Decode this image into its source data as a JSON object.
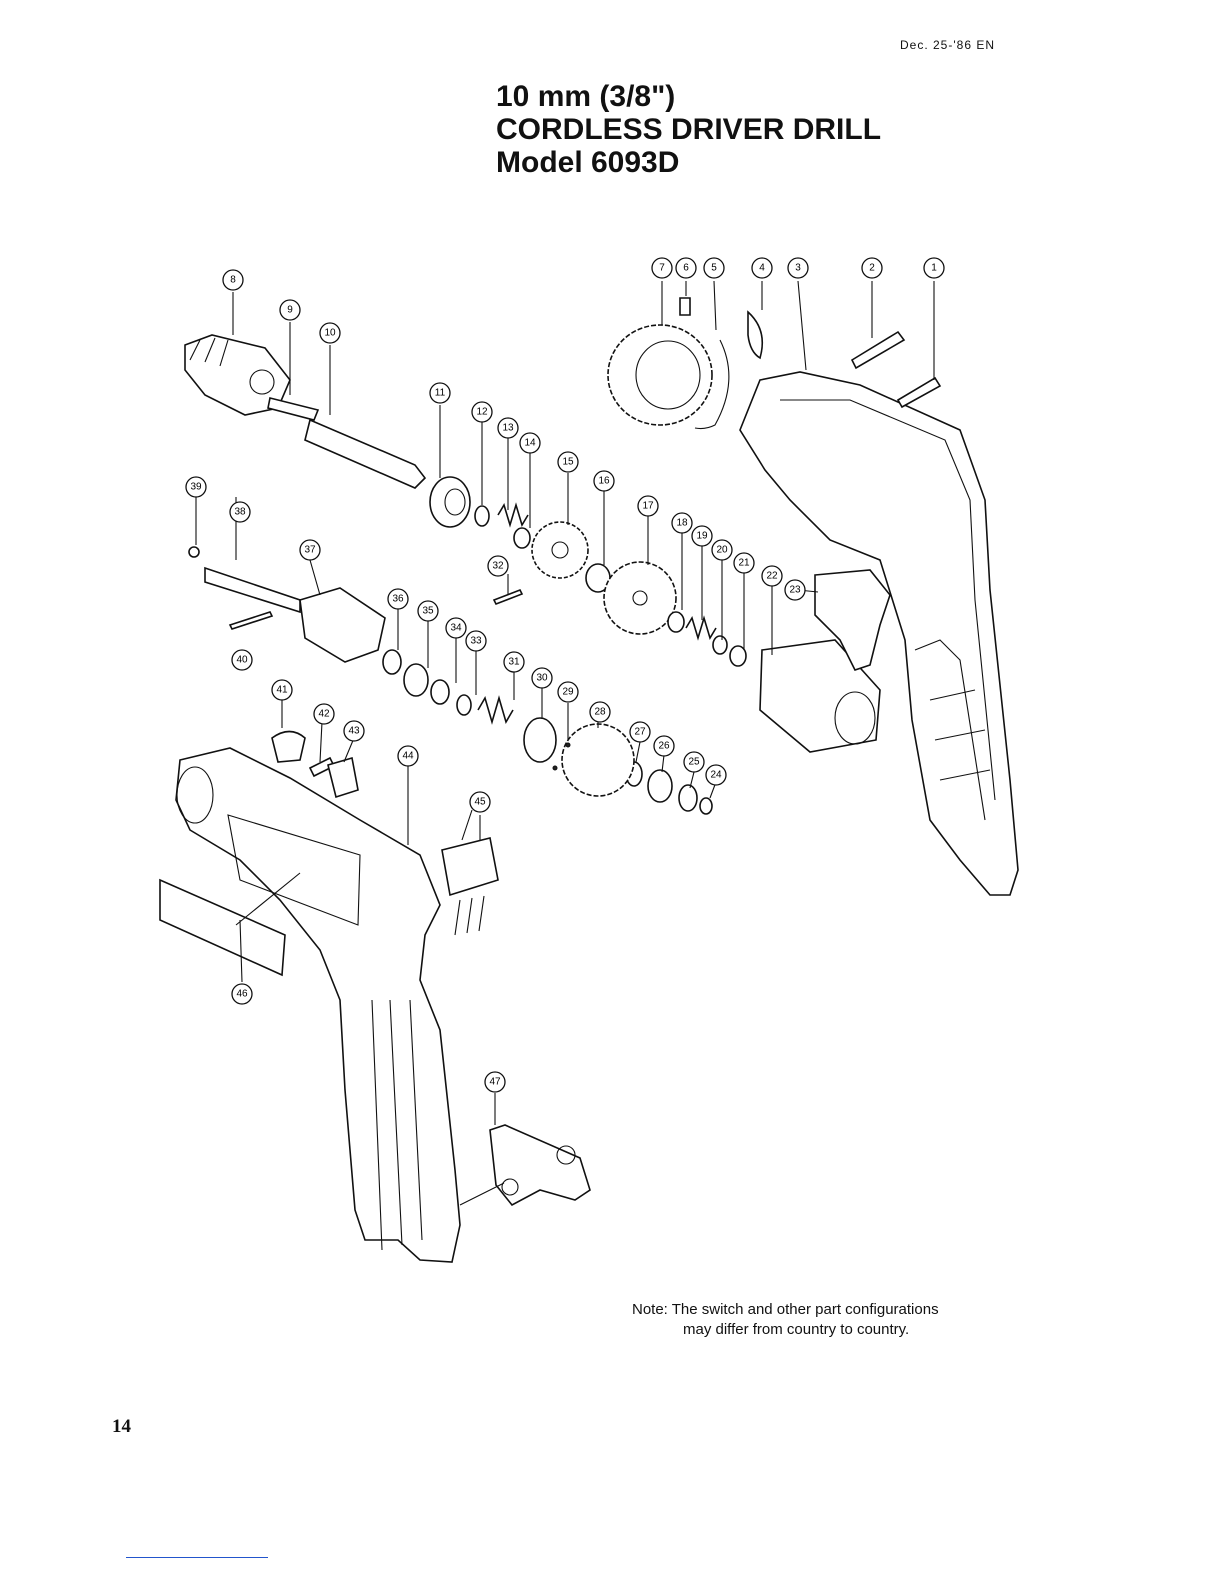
{
  "header": {
    "date": "Dec. 25-'86 EN"
  },
  "title": {
    "line1": "10 mm (3/8\")",
    "line2": "CORDLESS DRIVER DRILL",
    "line3": "Model 6093D"
  },
  "callouts": [
    "1",
    "2",
    "3",
    "4",
    "5",
    "6",
    "7",
    "8",
    "9",
    "10",
    "11",
    "12",
    "13",
    "14",
    "15",
    "16",
    "17",
    "18",
    "19",
    "20",
    "21",
    "22",
    "23",
    "24",
    "25",
    "26",
    "27",
    "28",
    "29",
    "30",
    "31",
    "32",
    "33",
    "34",
    "35",
    "36",
    "37",
    "38",
    "39",
    "40",
    "41",
    "42",
    "43",
    "44",
    "45",
    "46",
    "47"
  ],
  "note": {
    "line1": "Note: The switch and other part configurations",
    "line2": "may differ from country to country."
  },
  "footer": {
    "page_number": "14"
  }
}
